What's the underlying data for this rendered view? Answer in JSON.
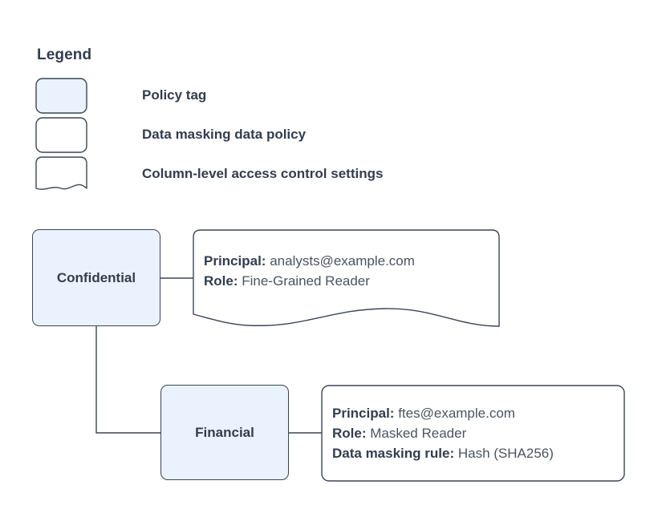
{
  "legend": {
    "title": "Legend",
    "items": [
      {
        "shape": "policy-tag-swatch",
        "label": "Policy tag"
      },
      {
        "shape": "data-policy-swatch",
        "label": "Data masking data policy"
      },
      {
        "shape": "access-control-swatch",
        "label": "Column-level access control settings"
      }
    ]
  },
  "diagram": {
    "nodes": [
      {
        "id": "confidential",
        "label": "Confidential"
      },
      {
        "id": "financial",
        "label": "Financial"
      }
    ],
    "callouts": [
      {
        "id": "confidential-callout",
        "shape": "wavy-bottom",
        "lines": [
          {
            "label": "Principal:",
            "value": "analysts@example.com"
          },
          {
            "label": "Role:",
            "value": "Fine-Grained Reader"
          }
        ]
      },
      {
        "id": "financial-callout",
        "shape": "rounded-rect",
        "lines": [
          {
            "label": "Principal:",
            "value": "ftes@example.com"
          },
          {
            "label": "Role:",
            "value": "Masked Reader"
          },
          {
            "label": "Data masking rule:",
            "value": "Hash (SHA256)"
          }
        ]
      }
    ],
    "connectors": [
      {
        "id": "confidential-to-callout",
        "from": "confidential",
        "to": "confidential-callout"
      },
      {
        "id": "confidential-to-financial",
        "from": "confidential",
        "to": "financial"
      },
      {
        "id": "financial-to-callout",
        "from": "financial",
        "to": "financial-callout"
      }
    ]
  },
  "colors": {
    "node_fill": "#eaf2fd",
    "stroke": "#3b4656",
    "text": "#333d4d",
    "value_text": "#4a5462",
    "background": "#ffffff"
  }
}
